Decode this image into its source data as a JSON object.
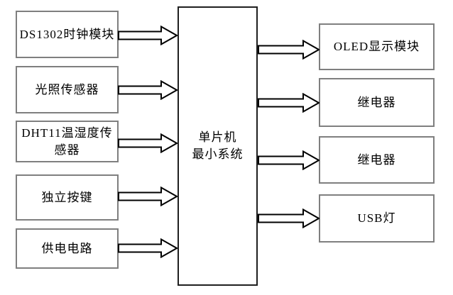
{
  "diagram": {
    "center_box": {
      "label": "单片机\n最小系统"
    },
    "left_boxes": [
      {
        "label": "DS1302时钟模块"
      },
      {
        "label": "光照传感器"
      },
      {
        "label": "DHT11温湿度传\n感器"
      },
      {
        "label": "独立按键"
      },
      {
        "label": "供电电路"
      }
    ],
    "right_boxes": [
      {
        "label": "OLED显示模块"
      },
      {
        "label": "继电器"
      },
      {
        "label": "继电器"
      },
      {
        "label": "USB灯"
      }
    ],
    "connections": [
      {
        "from": "DS1302时钟模块",
        "to": "单片机最小系统"
      },
      {
        "from": "光照传感器",
        "to": "单片机最小系统"
      },
      {
        "from": "DHT11温湿度传感器",
        "to": "单片机最小系统"
      },
      {
        "from": "独立按键",
        "to": "单片机最小系统"
      },
      {
        "from": "供电电路",
        "to": "单片机最小系统"
      },
      {
        "from": "单片机最小系统",
        "to": "OLED显示模块"
      },
      {
        "from": "单片机最小系统",
        "to": "继电器"
      },
      {
        "from": "单片机最小系统",
        "to": "继电器"
      },
      {
        "from": "单片机最小系统",
        "to": "USB灯"
      }
    ],
    "colors": {
      "background": "#ffffff",
      "module_box_border": "#7f7f7f",
      "center_box_border": "#1f1f1f",
      "arrow_outline": "#000000",
      "arrow_fill": "#ffffff",
      "text": "#000000"
    }
  }
}
